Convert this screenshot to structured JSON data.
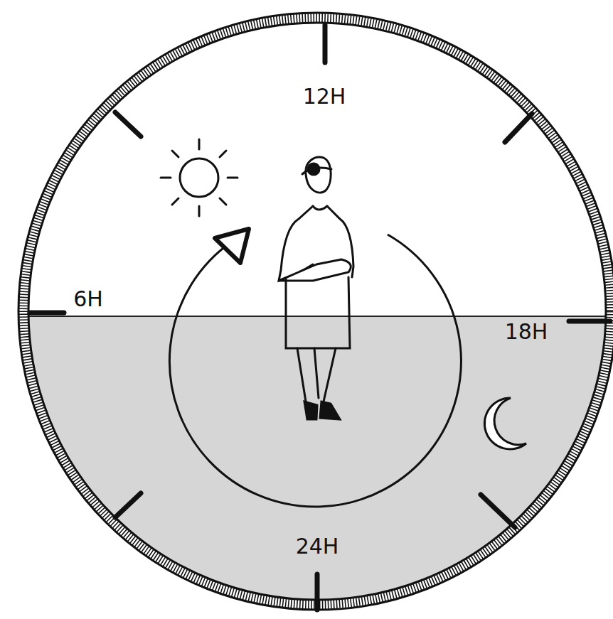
{
  "diagram": {
    "labels": [
      "12H",
      "6H",
      "18H",
      "24H"
    ]
  }
}
